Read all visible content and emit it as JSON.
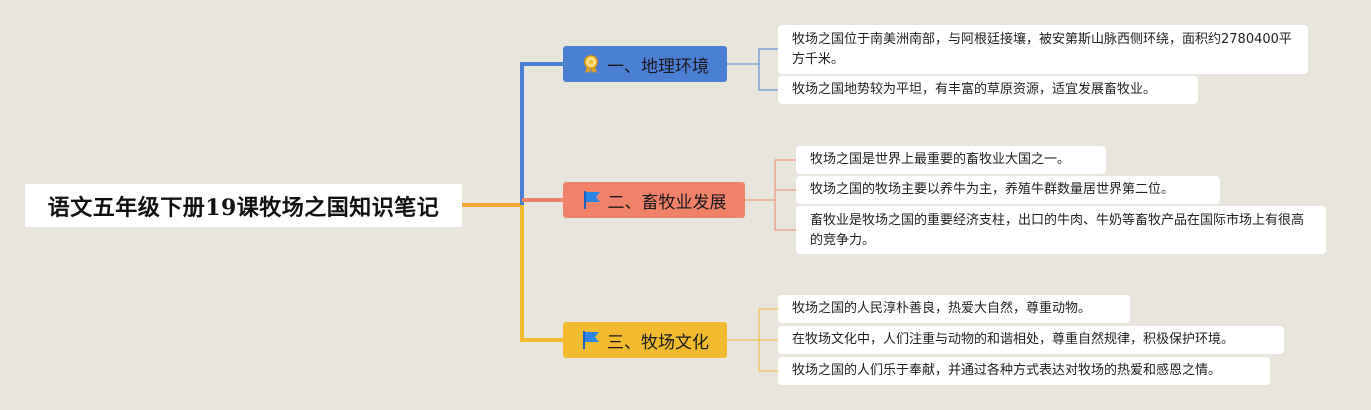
{
  "root": {
    "title": "语文五年级下册19课牧场之国知识笔记"
  },
  "colors": {
    "background": "#e8e5dc",
    "branch1": "#4a7fd4",
    "branch2": "#f0826a",
    "branch3": "#f2bb2f",
    "root_connector": "#f3a63a"
  },
  "branches": [
    {
      "icon": "award-ribbon-icon",
      "label": "一、地理环境",
      "items": [
        "牧场之国位于南美洲南部，与阿根廷接壤，被安第斯山脉西侧环绕，面积约2780400平方千米。",
        "牧场之国地势较为平坦，有丰富的草原资源，适宜发展畜牧业。"
      ]
    },
    {
      "icon": "blue-flag-icon",
      "label": "二、畜牧业发展",
      "items": [
        "牧场之国是世界上最重要的畜牧业大国之一。",
        "牧场之国的牧场主要以养牛为主，养殖牛群数量居世界第二位。",
        "畜牧业是牧场之国的重要经济支柱，出口的牛肉、牛奶等畜牧产品在国际市场上有很高的竞争力。"
      ]
    },
    {
      "icon": "blue-flag-icon",
      "label": "三、牧场文化",
      "items": [
        "牧场之国的人民淳朴善良，热爱大自然，尊重动物。",
        "在牧场文化中，人们注重与动物的和谐相处，尊重自然规律，积极保护环境。",
        "牧场之国的人们乐于奉献，并通过各种方式表达对牧场的热爱和感恩之情。"
      ]
    }
  ]
}
